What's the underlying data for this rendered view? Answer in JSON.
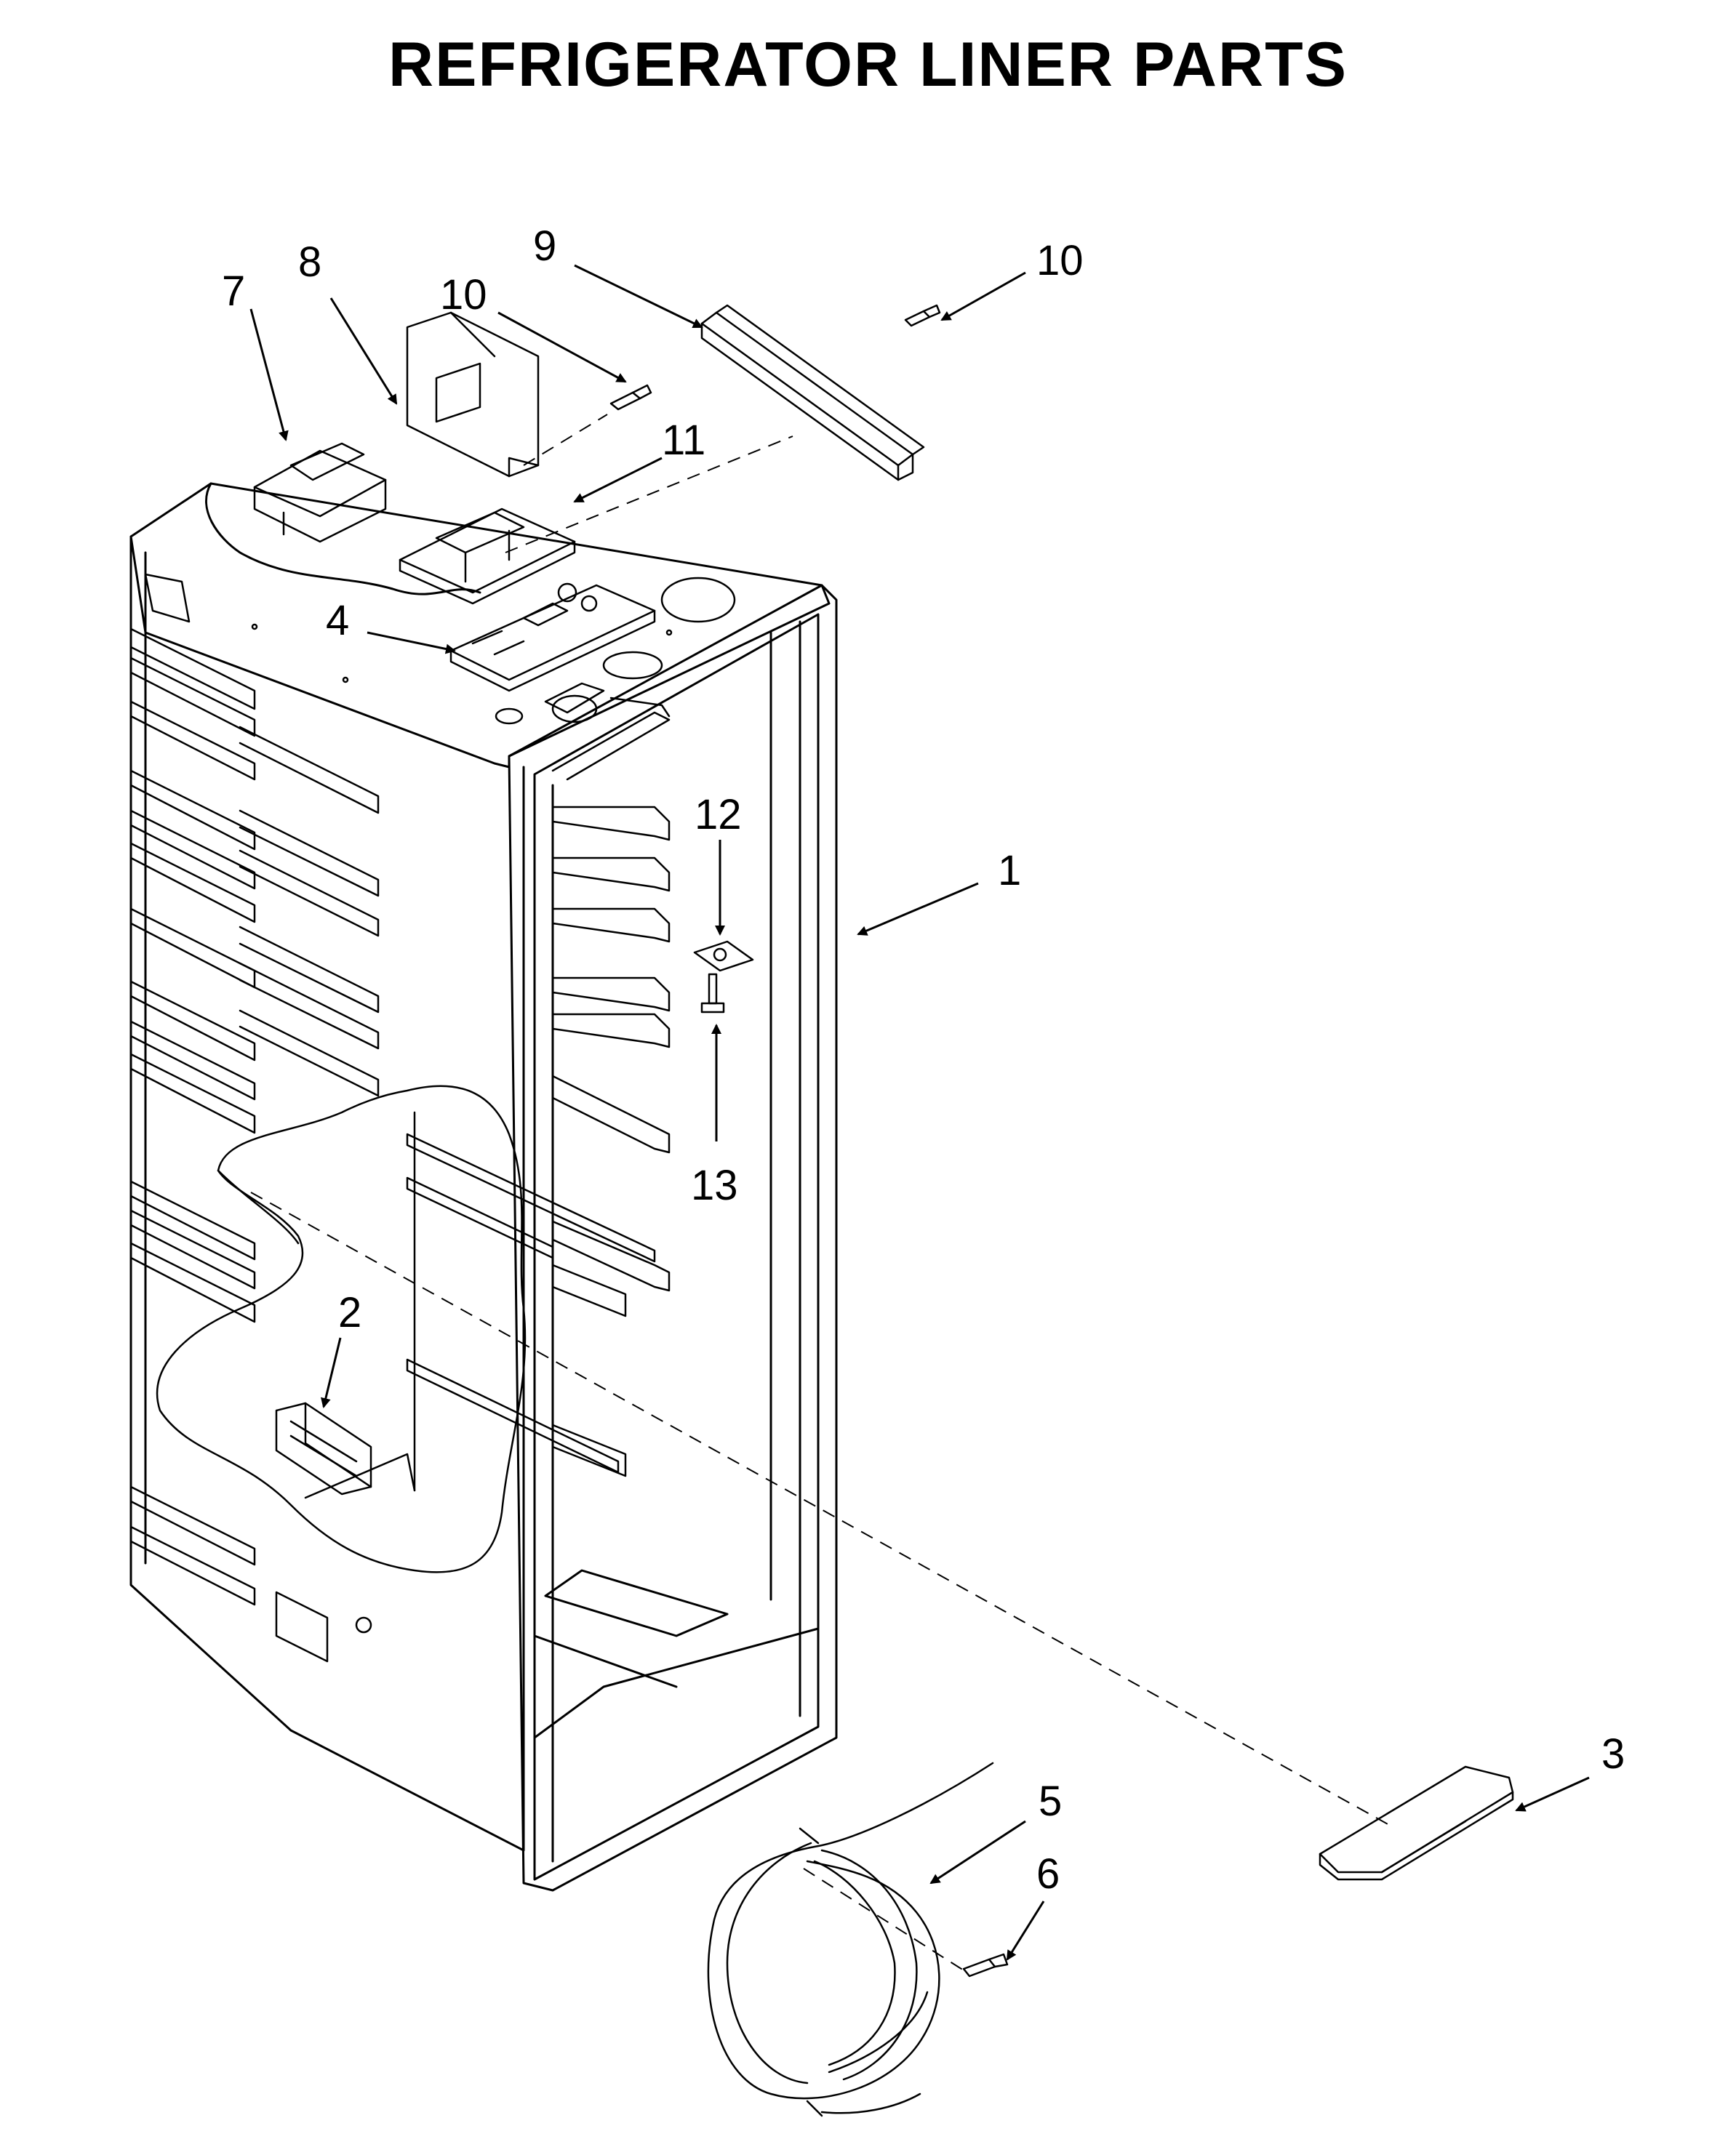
{
  "title": "REFRIGERATOR LINER PARTS",
  "colors": {
    "line": "#000000",
    "background": "#ffffff"
  },
  "callouts": {
    "c1": "1",
    "c2": "2",
    "c3": "3",
    "c4": "4",
    "c5": "5",
    "c6": "6",
    "c7": "7",
    "c8": "8",
    "c9": "9",
    "c10a": "10",
    "c10b": "10",
    "c11": "11",
    "c12": "12",
    "c13": "13"
  }
}
